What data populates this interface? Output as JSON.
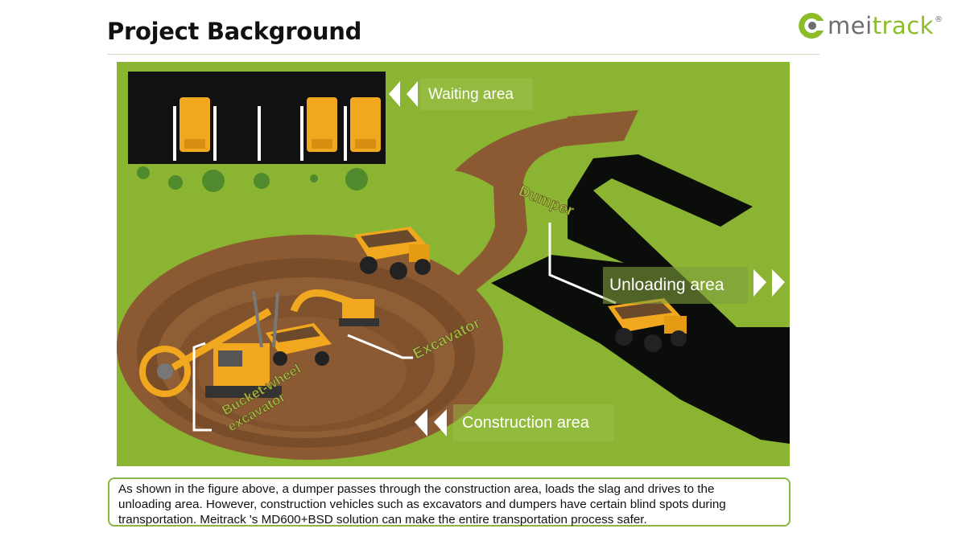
{
  "header": {
    "title": "Project Background",
    "logo": {
      "text_start": "mei",
      "text_accent": "track",
      "registered_mark": "®"
    }
  },
  "colors": {
    "grass": "#8ab432",
    "dirt": "#8b5a32",
    "road": "#0a0d0a",
    "vehicle_yellow": "#f2a81e",
    "logo_green": "#8cbd28",
    "label_green": "#a3c043"
  },
  "diagram": {
    "area_labels": {
      "waiting": "Waiting area",
      "unloading": "Unloading area",
      "construction": "Construction area"
    },
    "vehicle_labels": {
      "dumper": "Dumper",
      "excavator": "Excavator",
      "bucket_wheel_line1": "Bucket-wheel",
      "bucket_wheel_line2": "excavator"
    },
    "icons": [
      "double-chevron-left-icon",
      "double-chevron-right-icon",
      "logo-mark-icon"
    ]
  },
  "caption": {
    "lines": [
      "As shown in the figure above, a dumper passes through the construction area, loads the slag and drives to the",
      "unloading area. However, construction vehicles such as excavators and dumpers have certain blind spots during",
      "transportation. Meitrack 's MD600+BSD solution can make the entire transportation process safer."
    ]
  }
}
